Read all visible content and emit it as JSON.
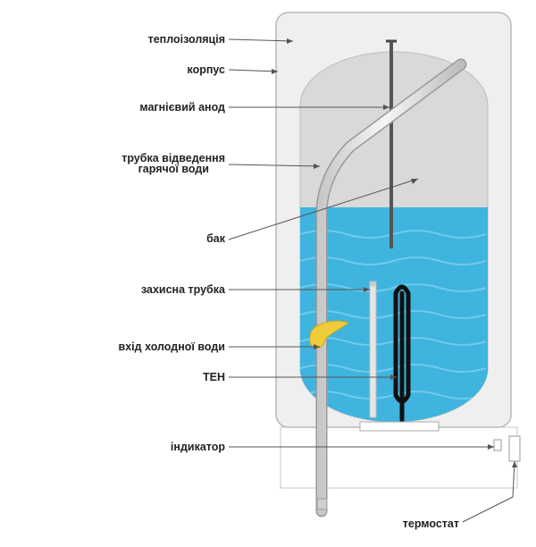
{
  "labels": {
    "thermal_insulation": "теплоізоляція",
    "casing": "корпус",
    "magnesium_anode": "магнієвий анод",
    "hot_water_tube_line1": "трубка відведення",
    "hot_water_tube_line2": "гарячої води",
    "tank": "бак",
    "protective_tube": "захисна трубка",
    "cold_water_inlet": "вхід холодної води",
    "heating_element": "ТЕН",
    "indicator": "індикатор",
    "thermostat": "термостат"
  },
  "colors": {
    "insulation": "#efefef",
    "tank_air": "#d9d9d9",
    "water": "#3fb4df",
    "wave": "#6fcbeb",
    "heater_coil": "#111111",
    "anode": "#555555",
    "inlet_fin": "#f0cc3a",
    "leader_line": "#555555",
    "outline": "#b8b8b8"
  }
}
